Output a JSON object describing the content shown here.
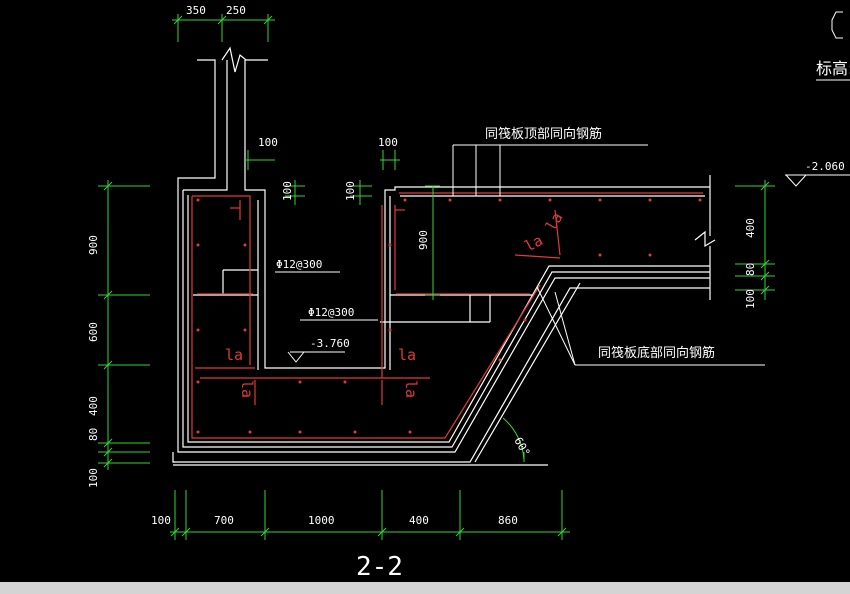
{
  "drawing": {
    "section_title": "2-2",
    "top_dims": [
      "350",
      "250"
    ],
    "top_right_label": "标高:",
    "top_right_elevation": "-2.060",
    "callout_top": "同筏板顶部同向钢筋",
    "callout_bottom": "同筏板底部同向钢筋",
    "rebar_label_1": "Φ12@300",
    "rebar_label_2": "Φ12@300",
    "inner_elevation": "-3.760",
    "angle": "60°",
    "la": "la",
    "small_dims": {
      "d100_top_a": "100",
      "d100_top_b": "100",
      "d100_side_a": "100",
      "d100_side_b": "100",
      "d900_inner": "900"
    },
    "left_dims": [
      "900",
      "600",
      "400",
      "80",
      "100"
    ],
    "right_dims": [
      "400",
      "80",
      "100"
    ],
    "bottom_dims": [
      "100",
      "700",
      "1000",
      "400",
      "860"
    ]
  },
  "colors": {
    "line": "#ffffff",
    "dim": "#35d435",
    "rebar": "#e03a3a",
    "background": "#000000"
  }
}
